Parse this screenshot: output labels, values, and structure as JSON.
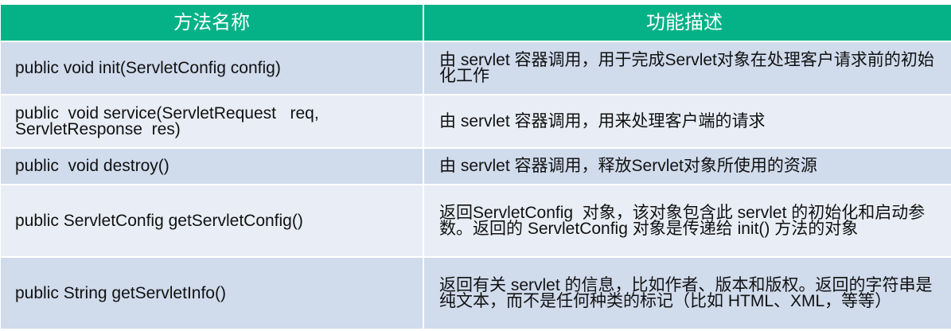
{
  "table": {
    "headers": {
      "method": "方法名称",
      "description": "功能描述"
    },
    "rows": [
      {
        "method": "public void init(ServletConfig config)",
        "description": "由 servlet 容器调用，用于完成Servlet对象在处理客户请求前的初始化工作"
      },
      {
        "method": "public  void service(ServletRequest   req, ServletResponse  res)",
        "description": "由 servlet 容器调用，用来处理客户端的请求"
      },
      {
        "method": "public  void destroy()",
        "description": "由 servlet 容器调用，释放Servlet对象所使用的资源"
      },
      {
        "method": "public ServletConfig getServletConfig()",
        "description": "返回ServletConfig  对象，该对象包含此 servlet 的初始化和启动参数。返回的 ServletConfig 对象是传递给 init() 方法的对象"
      },
      {
        "method": "public String getServletInfo()",
        "description": "返回有关 servlet 的信息，比如作者、版本和版权。返回的字符串是纯文本，而不是任何种类的标记（比如 HTML、XML，等等）"
      }
    ]
  },
  "colors": {
    "header_bg": "#05b288",
    "header_text": "#ffffff",
    "row_odd_bg": "#d0dbec",
    "row_even_bg": "#e9edf5",
    "text": "#111111"
  }
}
